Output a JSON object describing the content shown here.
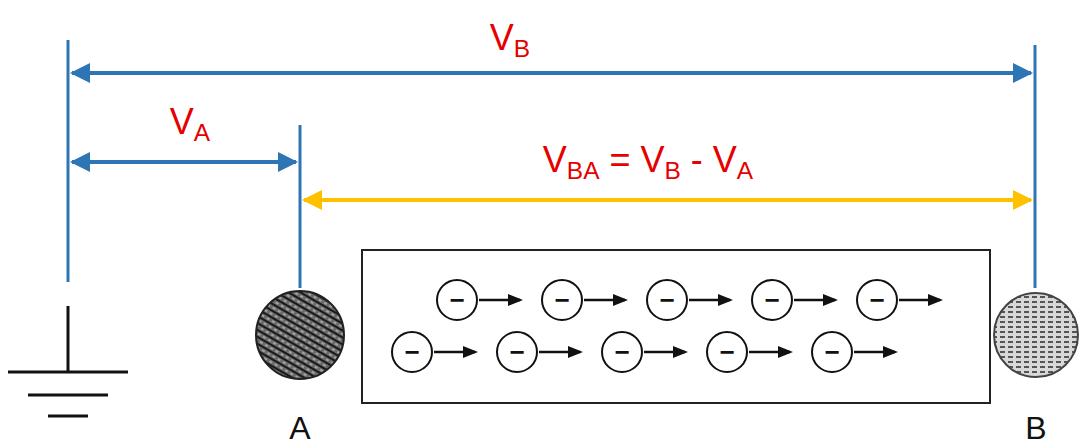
{
  "diagram": {
    "nodes": [
      {
        "text": [
          "−"
        ]
      },
      {
        "text": [
          "−"
        ]
      },
      {
        "text": [
          "−"
        ]
      },
      {
        "text": [
          "−"
        ]
      },
      {
        "text": [
          "−"
        ]
      },
      {
        "text": [
          "−"
        ]
      },
      {
        "text": [
          "−"
        ]
      },
      {
        "text": [
          "−"
        ]
      },
      {
        "text": [
          "−"
        ]
      },
      {
        "text": [
          "−"
        ]
      }
    ],
    "labels": [
      "VB",
      "VA",
      "VBA = VB - VA",
      "A",
      "B"
    ]
  }
}
